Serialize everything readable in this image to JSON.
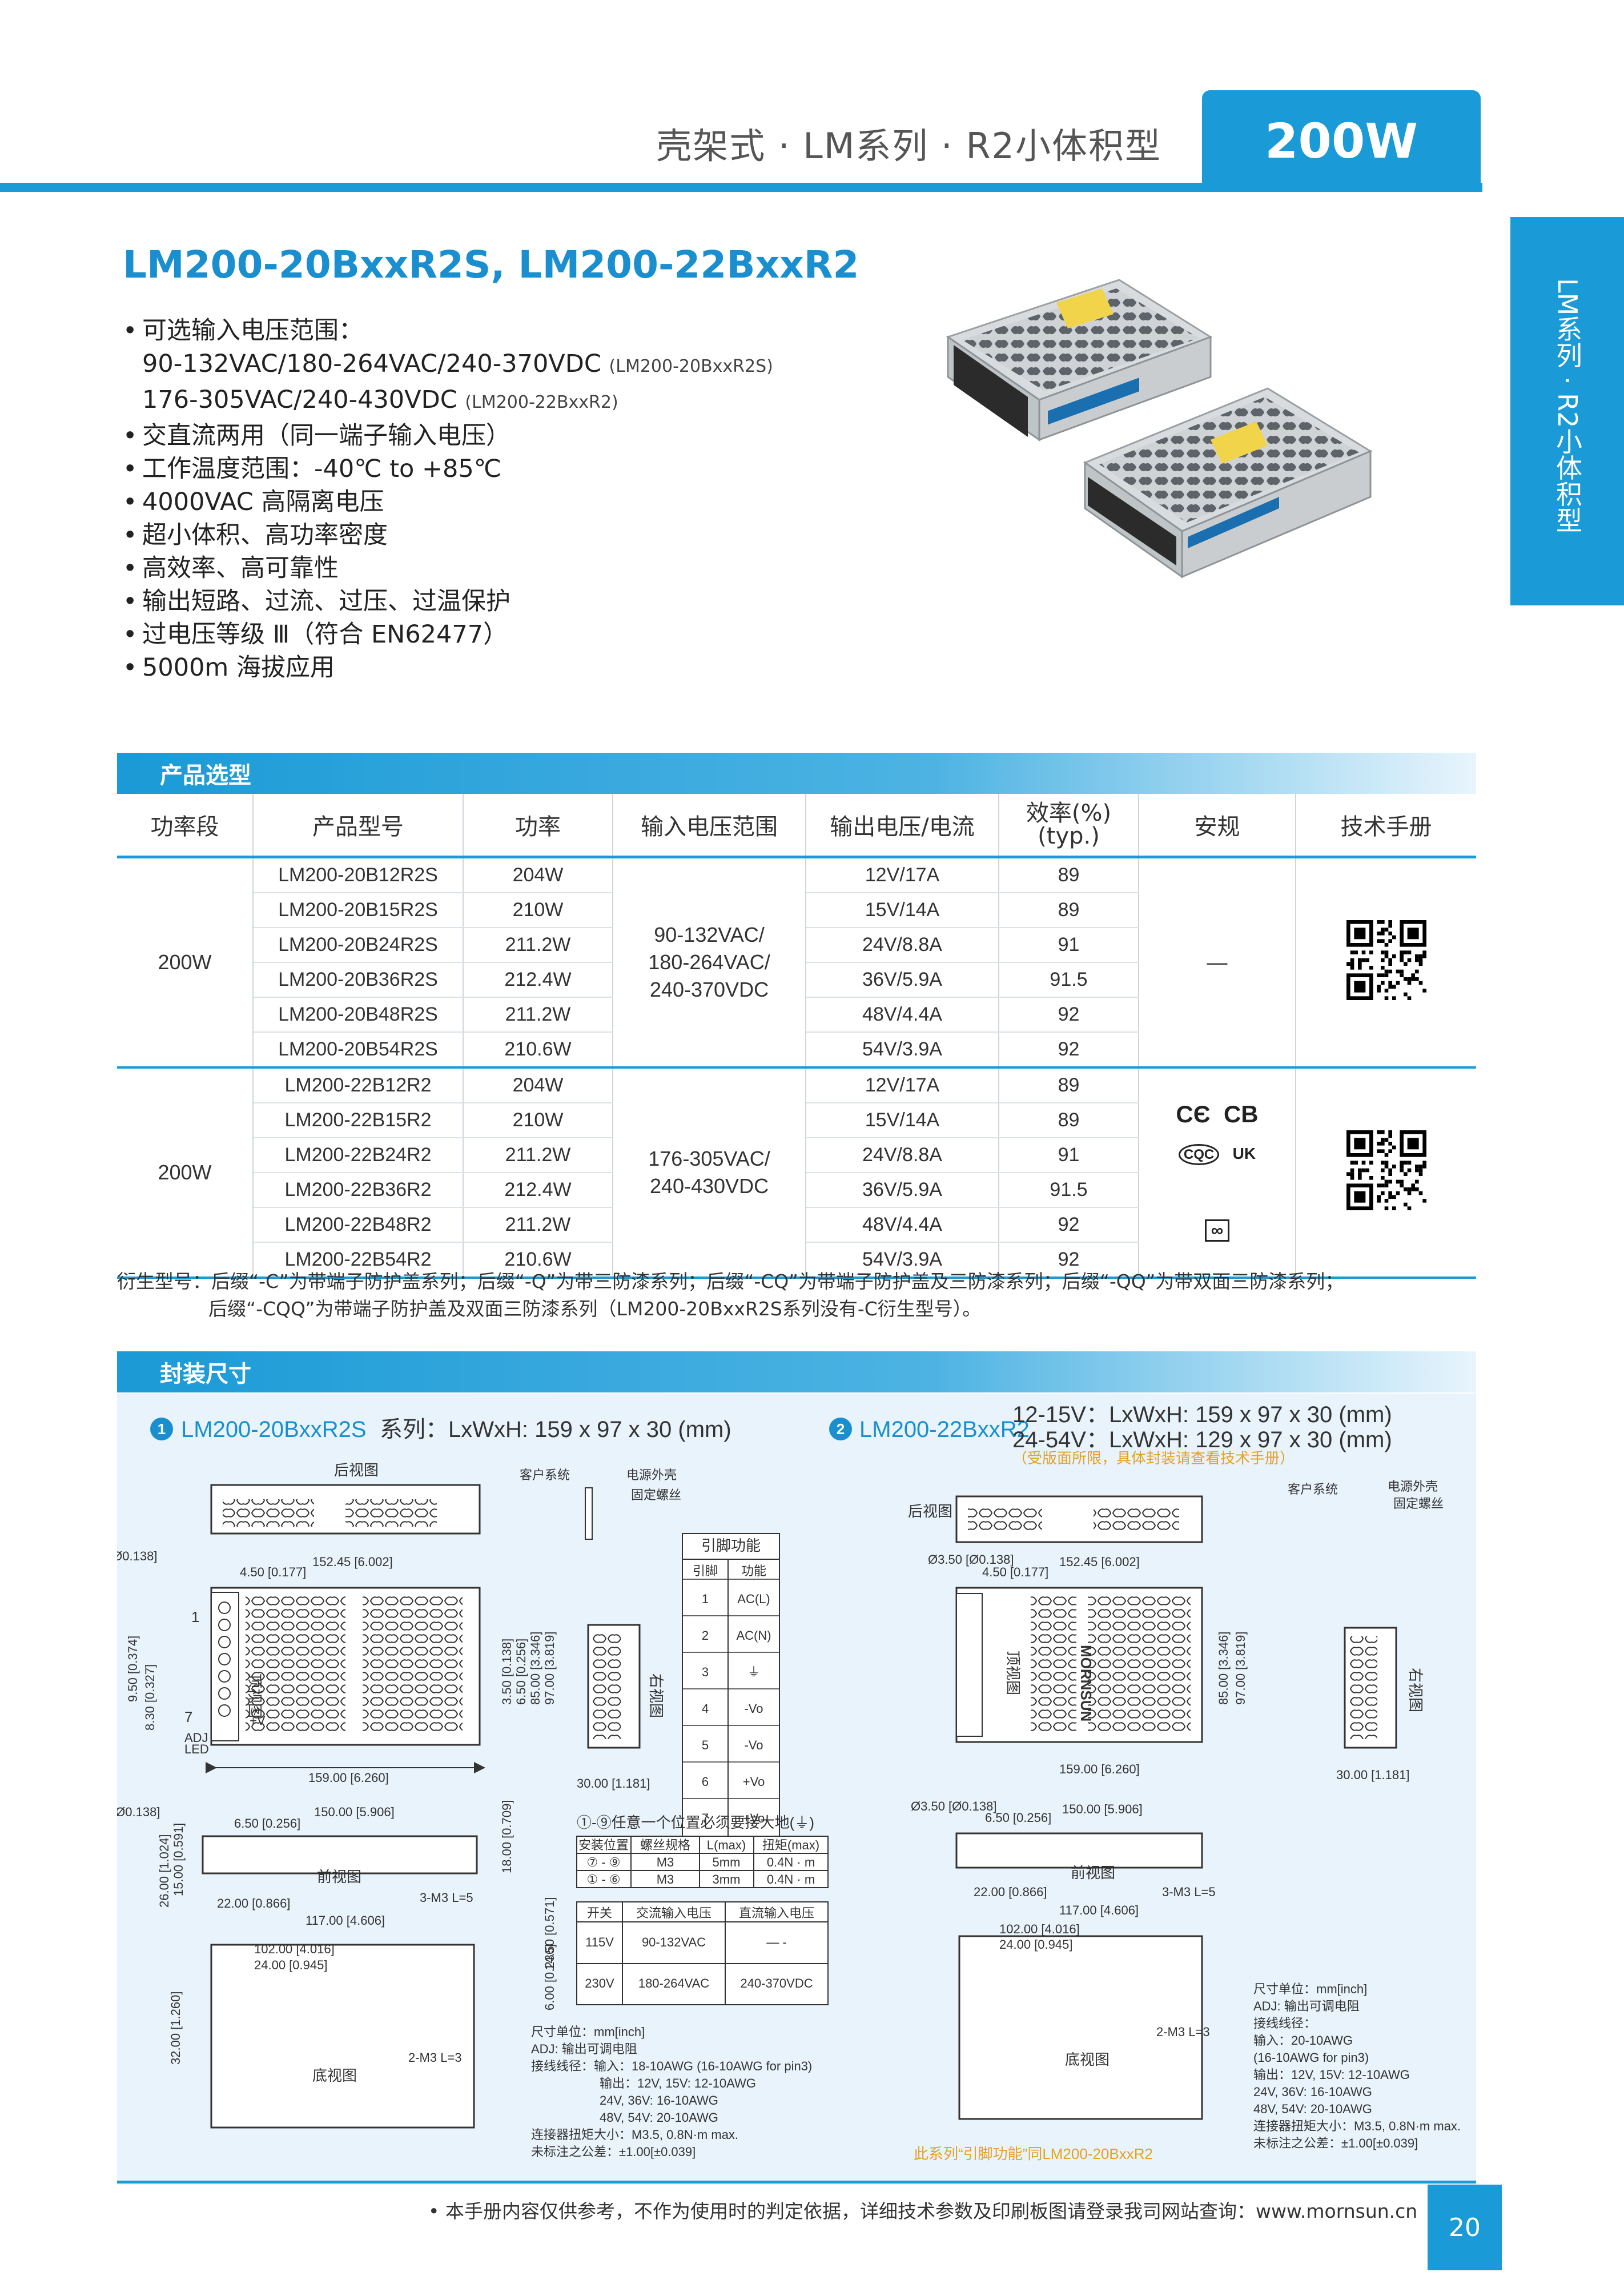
{
  "header": {
    "title": "壳架式 · LM系列 · R2小体积型",
    "power": "200W",
    "side_tab": "LM系列 · R2小体积型"
  },
  "product": {
    "title": "LM200-20BxxR2S, LM200-22BxxR2",
    "features": [
      "可选输入电压范围：",
      "交直流两用（同一端子输入电压）",
      "工作温度范围：-40℃ to +85℃",
      "4000VAC 高隔离电压",
      "超小体积、高功率密度",
      "高效率、高可靠性",
      "输出短路、过流、过压、过温保护",
      "过电压等级 Ⅲ（符合 EN62477）",
      "5000m 海拔应用"
    ],
    "input_range_1": "90-132VAC/180-264VAC/240-370VDC",
    "input_range_1_note": "(LM200-20BxxR2S)",
    "input_range_2": "176-305VAC/240-430VDC",
    "input_range_2_note": "(LM200-22BxxR2)"
  },
  "selection": {
    "section_title": "产品选型",
    "headers": [
      "功率段",
      "产品型号",
      "功率",
      "输入电压范围",
      "输出电压/电流",
      "效率(%)\n(typ.)",
      "安规",
      "技术手册"
    ],
    "groups": [
      {
        "power_band": "200W",
        "input_range": "90-132VAC/\n180-264VAC/\n240-370VDC",
        "safety": "—",
        "rows": [
          {
            "model": "LM200-20B12R2S",
            "power": "204W",
            "output": "12V/17A",
            "eff": "89"
          },
          {
            "model": "LM200-20B15R2S",
            "power": "210W",
            "output": "15V/14A",
            "eff": "89"
          },
          {
            "model": "LM200-20B24R2S",
            "power": "211.2W",
            "output": "24V/8.8A",
            "eff": "91"
          },
          {
            "model": "LM200-20B36R2S",
            "power": "212.4W",
            "output": "36V/5.9A",
            "eff": "91.5"
          },
          {
            "model": "LM200-20B48R2S",
            "power": "211.2W",
            "output": "48V/4.4A",
            "eff": "92"
          },
          {
            "model": "LM200-20B54R2S",
            "power": "210.6W",
            "output": "54V/3.9A",
            "eff": "92"
          }
        ]
      },
      {
        "power_band": "200W",
        "input_range": "176-305VAC/\n240-430VDC",
        "safety": "",
        "rows": [
          {
            "model": "LM200-22B12R2",
            "power": "204W",
            "output": "12V/17A",
            "eff": "89"
          },
          {
            "model": "LM200-22B15R2",
            "power": "210W",
            "output": "15V/14A",
            "eff": "89"
          },
          {
            "model": "LM200-22B24R2",
            "power": "211.2W",
            "output": "24V/8.8A",
            "eff": "91"
          },
          {
            "model": "LM200-22B36R2",
            "power": "212.4W",
            "output": "36V/5.9A",
            "eff": "91.5"
          },
          {
            "model": "LM200-22B48R2",
            "power": "211.2W",
            "output": "48V/4.4A",
            "eff": "92"
          },
          {
            "model": "LM200-22B54R2",
            "power": "210.6W",
            "output": "54V/3.9A",
            "eff": "92"
          }
        ]
      }
    ],
    "derivative_note_1": "衍生型号：后缀“-C”为带端子防护盖系列；后缀“-Q”为带三防漆系列；后缀“-CQ”为带端子防护盖及三防漆系列；后缀“-QQ”为带双面三防漆系列；",
    "derivative_note_2": "后缀“-CQQ”为带端子防护盖及双面三防漆系列（LM200-20BxxR2S系列没有-C衍生型号）。"
  },
  "dimensions": {
    "section_title": "封装尺寸",
    "left_title_model": "LM200-20BxxR2S",
    "left_title_rest": "系列：LxWxH: 159 x 97 x 30 (mm)",
    "right_title_model": "LM200-22BxxR2",
    "right_title_line1": "12-15V：LxWxH: 159 x 97 x 30 (mm)",
    "right_title_line2": "24-54V：LxWxH: 129 x 97 x 30 (mm)",
    "right_title_note": "（受版面所限，具体封装请查看技术手册）",
    "pin_table_title": "引脚功能",
    "pin_headers": [
      "引脚",
      "功能"
    ],
    "pins": [
      {
        "pin": "1",
        "func": "AC(L)"
      },
      {
        "pin": "2",
        "func": "AC(N)"
      },
      {
        "pin": "3",
        "func": "⏚"
      },
      {
        "pin": "4",
        "func": "-Vo"
      },
      {
        "pin": "5",
        "func": "-Vo"
      },
      {
        "pin": "6",
        "func": "+Vo"
      },
      {
        "pin": "7",
        "func": "+Vo"
      }
    ],
    "mount_note": "①-⑨任意一个位置必须要接大地(⏚)",
    "mount_headers": [
      "安装位置",
      "螺丝规格",
      "L(max)",
      "扭矩(max)"
    ],
    "mount_rows": [
      [
        "⑦ - ⑨",
        "M3",
        "5mm",
        "0.4N · m"
      ],
      [
        "① - ⑥",
        "M3",
        "3mm",
        "0.4N · m"
      ]
    ],
    "switch_headers": [
      "开关",
      "交流输入电压",
      "直流输入电压"
    ],
    "switch_rows": [
      [
        "115V",
        "90-132VAC",
        "— -"
      ],
      [
        "230V",
        "180-264VAC",
        "240-370VDC"
      ]
    ],
    "left_notes": [
      "尺寸单位：mm[inch]",
      "ADJ: 输出可调电阻",
      "接线线径：输入：18-10AWG (16-10AWG for pin3)",
      "输出：12V, 15V: 12-10AWG",
      "24V, 36V: 16-10AWG",
      "48V, 54V: 20-10AWG",
      "连接器扭矩大小：M3.5, 0.8N·m max.",
      "未标注之公差：±1.00[±0.039]"
    ],
    "right_notes": [
      "尺寸单位：mm[inch]",
      "ADJ: 输出可调电阻",
      "接线线径：",
      "输入：20-10AWG",
      "(16-10AWG for pin3)",
      "输出：12V, 15V: 12-10AWG",
      "24V, 36V: 16-10AWG",
      "48V, 54V: 20-10AWG",
      "连接器扭矩大小：M3.5, 0.8N·m max.",
      "未标注之公差：±1.00[±0.039]"
    ],
    "right_pin_note": "此系列“引脚功能”同LM200-20BxxR2",
    "labels": {
      "rear_view": "后视图",
      "top_view": "顶视图",
      "right_view": "右视图",
      "front_view": "前视图",
      "bottom_view": "底视图",
      "customer_system": "客户系统",
      "case": "电源外壳",
      "screw": "固定螺丝",
      "hole": "Ø3.50 [Ø0.138]",
      "d_4_50": "4.50 [0.177]",
      "d_152_45": "152.45 [6.002]",
      "d_159": "159.00 [6.260]",
      "d_150": "150.00 [5.906]",
      "d_6_50": "6.50 [0.256]",
      "d_22": "22.00 [0.866]",
      "d_117": "117.00 [4.606]",
      "d_102": "102.00 [4.016]",
      "d_24": "24.00 [0.945]",
      "d_30": "30.00 [1.181]",
      "d_9_50": "9.50 [0.374]",
      "d_8_30": "8.30 [0.327]",
      "d_3_50": "3.50 [0.138]",
      "d_6_50v": "6.50 [0.256]",
      "d_85": "85.00 [3.346]",
      "d_97": "97.00 [3.819]",
      "d_26": "26.00 [1.024]",
      "d_15": "15.00 [0.591]",
      "d_32": "32.00 [1.260]",
      "d_18": "18.00 [0.709]",
      "d_14_50": "14.50 [0.571]",
      "d_6_00": "6.00 [0.236]",
      "m3_l5": "3-M3 L=5",
      "m3_l3": "2-M3 L=3",
      "pin1": "1",
      "pin7": "7",
      "adj": "ADJ",
      "led": "LED",
      "plus_v": "+V",
      "logo": "MORNSUN"
    }
  },
  "footer": {
    "note": "• 本手册内容仅供参考，不作为使用时的判定依据，详细技术参数及印刷板图请登录我司网站查询：www.mornsun.cn",
    "page": "20"
  }
}
